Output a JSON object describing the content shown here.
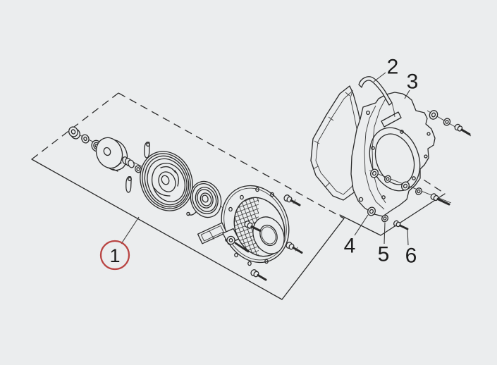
{
  "diagram": {
    "type": "exploded-parts-diagram",
    "colors": {
      "background": "#ebedee",
      "line": "#2a2a2a",
      "callout_circle_red": "#b94442",
      "text": "#1b1b1b"
    },
    "callouts": {
      "c1": {
        "label": "1",
        "highlighted": true
      },
      "c2": {
        "label": "2",
        "highlighted": false
      },
      "c3": {
        "label": "3",
        "highlighted": false
      },
      "c4": {
        "label": "4",
        "highlighted": false
      },
      "c5": {
        "label": "5",
        "highlighted": false
      },
      "c6": {
        "label": "6",
        "highlighted": false
      }
    }
  }
}
